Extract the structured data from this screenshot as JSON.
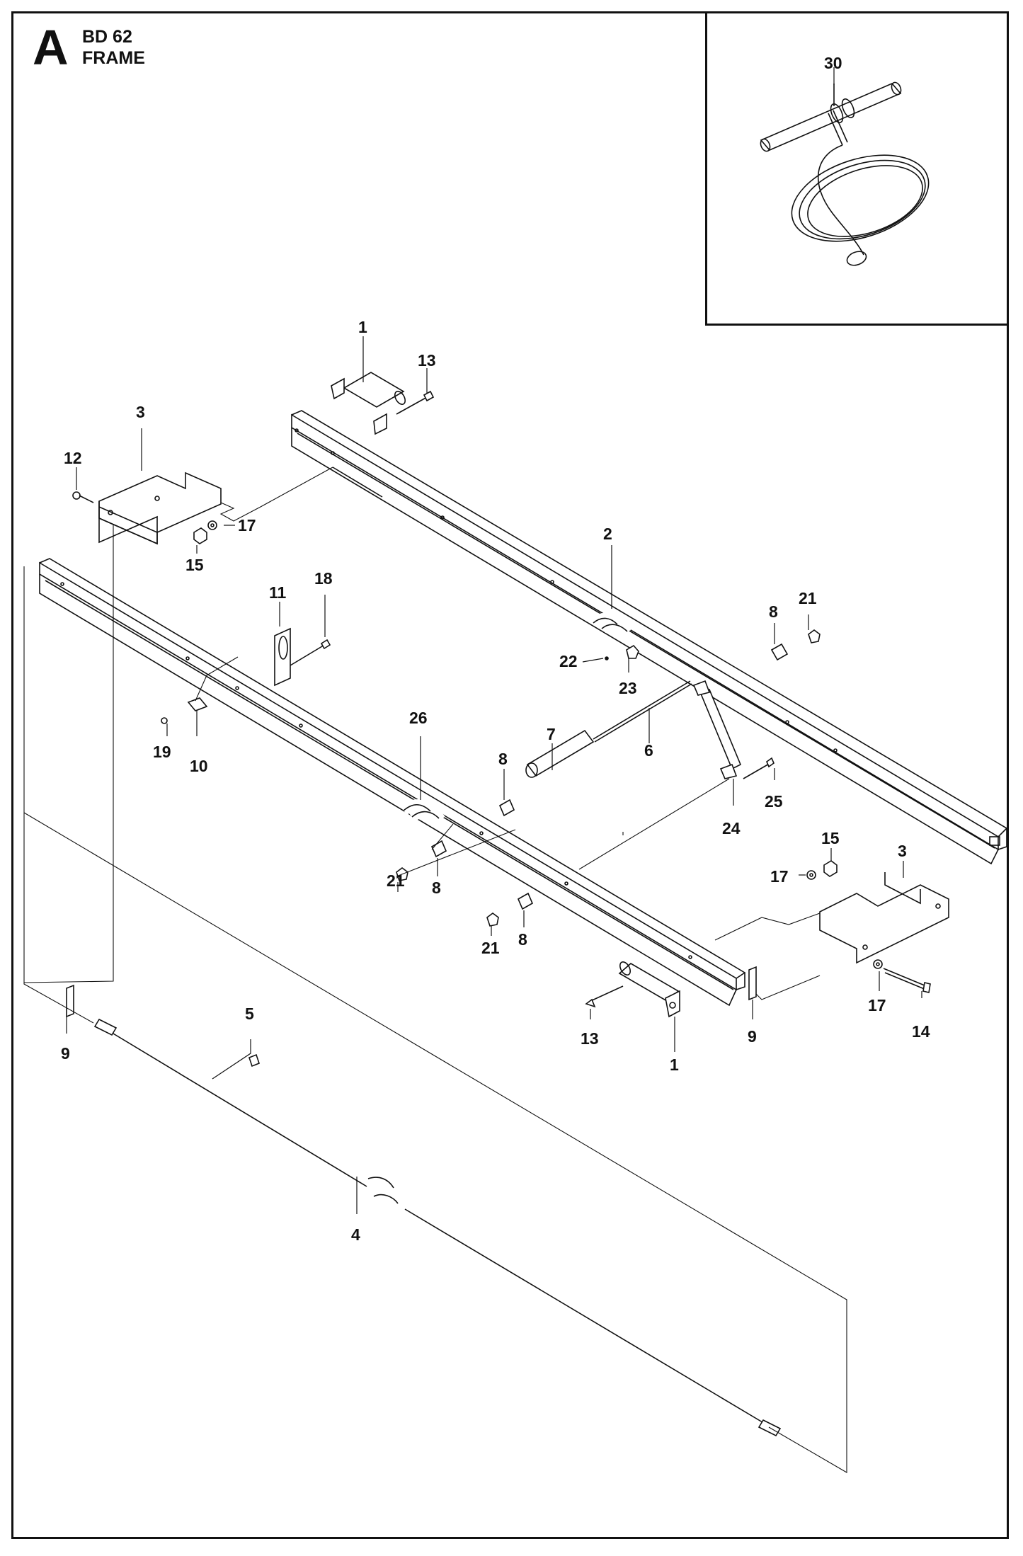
{
  "header": {
    "section_letter": "A",
    "model": "BD 62",
    "group": "FRAME"
  },
  "callouts": {
    "c30": "30",
    "c1_top": "1",
    "c13_top": "13",
    "c3_left": "3",
    "c12": "12",
    "c17_left": "17",
    "c15_left": "15",
    "c2": "2",
    "c11": "11",
    "c18": "18",
    "c8_right": "8",
    "c21_right": "21",
    "c22": "22",
    "c23": "23",
    "c26": "26",
    "c7": "7",
    "c6": "6",
    "c19": "19",
    "c10": "10",
    "c8_mid": "8",
    "c25": "25",
    "c24": "24",
    "c15_right": "15",
    "c3_right": "3",
    "c17_right_top": "17",
    "c21_mid": "21",
    "c8_low": "8",
    "c8_lower": "8",
    "c21_low": "21",
    "c13_low": "13",
    "c1_low": "1",
    "c9_right": "9",
    "c17_right_low": "17",
    "c14": "14",
    "c9_left": "9",
    "c5": "5",
    "c4": "4"
  }
}
